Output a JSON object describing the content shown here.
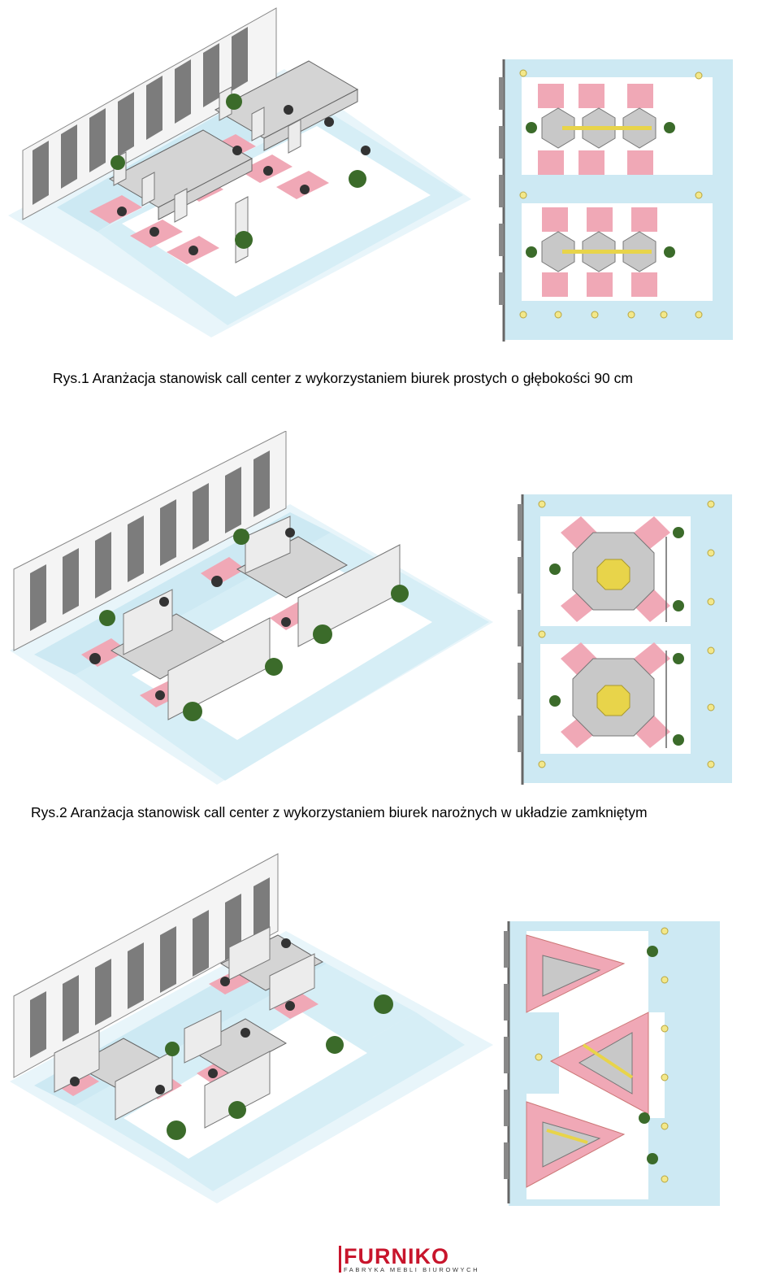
{
  "captions": {
    "fig1": "Rys.1 Aranżacja stanowisk call center z wykorzystaniem biurek prostych o głębokości 90 cm",
    "fig2": "Rys.2 Aranżacja stanowisk call center z wykorzystaniem biurek narożnych w układzie zamkniętym"
  },
  "logo": {
    "name": "FURNIKO",
    "tagline": "FABRYKA MEBLI BIUROWYCH"
  },
  "colors": {
    "floor": "#cde9f3",
    "desk_area": "#f0a8b6",
    "desk": "#bfbfbf",
    "accent": "#e8d44a",
    "brand": "#c8152c"
  }
}
